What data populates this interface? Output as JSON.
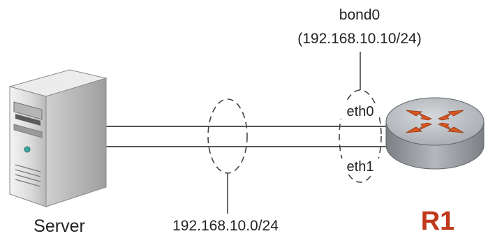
{
  "labels": {
    "bond_name": "bond0",
    "bond_address": "(192.168.10.10/24)",
    "iface_0": "eth0",
    "iface_1": "eth1",
    "subnet": "192.168.10.0/24",
    "server": "Server",
    "router": "R1"
  },
  "icons": {
    "server": "server-tower-icon",
    "router": "router-icon"
  },
  "colors": {
    "router_label": "#c0391b",
    "router_arrows": "#d9561f",
    "router_body": "#a9adb1",
    "links": "#555555",
    "text": "#222222"
  }
}
